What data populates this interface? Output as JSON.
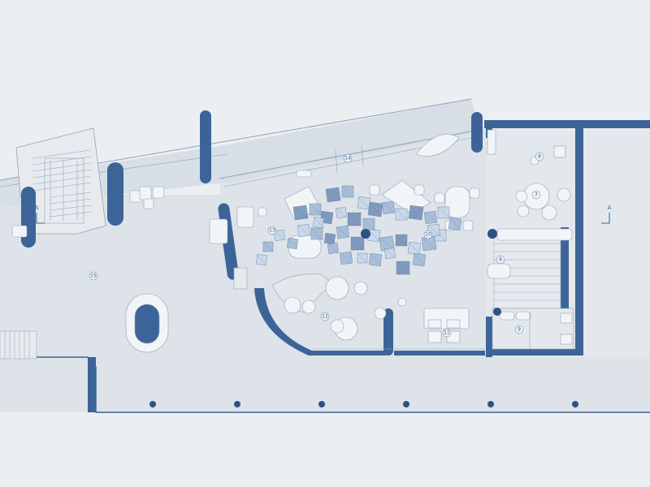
{
  "colors": {
    "background": "#eceff2",
    "floor": "#dde3e8",
    "wall": "#3c6498",
    "line": "#8fa3b8",
    "furniture": "#f2f5f7",
    "tile_dark": "#6f8db5",
    "tile_mid": "#9fb6d3",
    "tile_light": "#c5d6ea",
    "column": "#2c5187"
  },
  "rooms": [
    {
      "id": "room-6",
      "label": "6"
    },
    {
      "id": "room-7",
      "label": "7"
    },
    {
      "id": "room-8",
      "label": "8"
    },
    {
      "id": "room-9",
      "label": "9"
    },
    {
      "id": "room-10",
      "label": "10"
    },
    {
      "id": "room-11",
      "label": "11"
    },
    {
      "id": "room-12",
      "label": "12"
    },
    {
      "id": "room-13",
      "label": "13"
    },
    {
      "id": "room-14",
      "label": "14"
    },
    {
      "id": "room-15",
      "label": "15"
    }
  ],
  "section_markers": [
    {
      "id": "section-left",
      "letter": "A"
    },
    {
      "id": "section-right",
      "letter": "A"
    }
  ]
}
